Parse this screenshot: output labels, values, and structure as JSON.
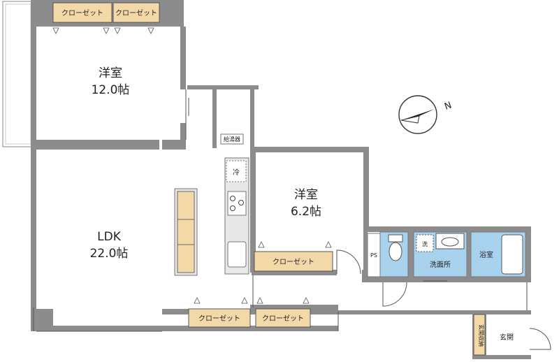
{
  "rooms": {
    "western1": {
      "name": "洋室",
      "area": "12.0帖"
    },
    "ldk": {
      "name": "LDK",
      "area": "22.0帖"
    },
    "western2": {
      "name": "洋室",
      "area": "6.2帖"
    },
    "bath": {
      "name": "浴室"
    },
    "washroom": {
      "name": "洗面所"
    },
    "entrance": {
      "name": "玄関"
    }
  },
  "closets": {
    "c1": "クローゼット",
    "c2": "クローゼット",
    "c3": "クローゼット",
    "c4": "クローゼット",
    "c5": "クローゼット"
  },
  "fixtures": {
    "water_heater": "給湯器",
    "fridge": "冷",
    "washer": "洗",
    "ps": "PS",
    "entrance_storage": "玄関収納"
  },
  "compass": {
    "label": "N"
  },
  "colors": {
    "wall": "#8c8c8d",
    "closet": "#f4d9a8",
    "wet_area": "#a9d2ef",
    "counter": "#e8e8e8",
    "floor": "#ffffff"
  }
}
